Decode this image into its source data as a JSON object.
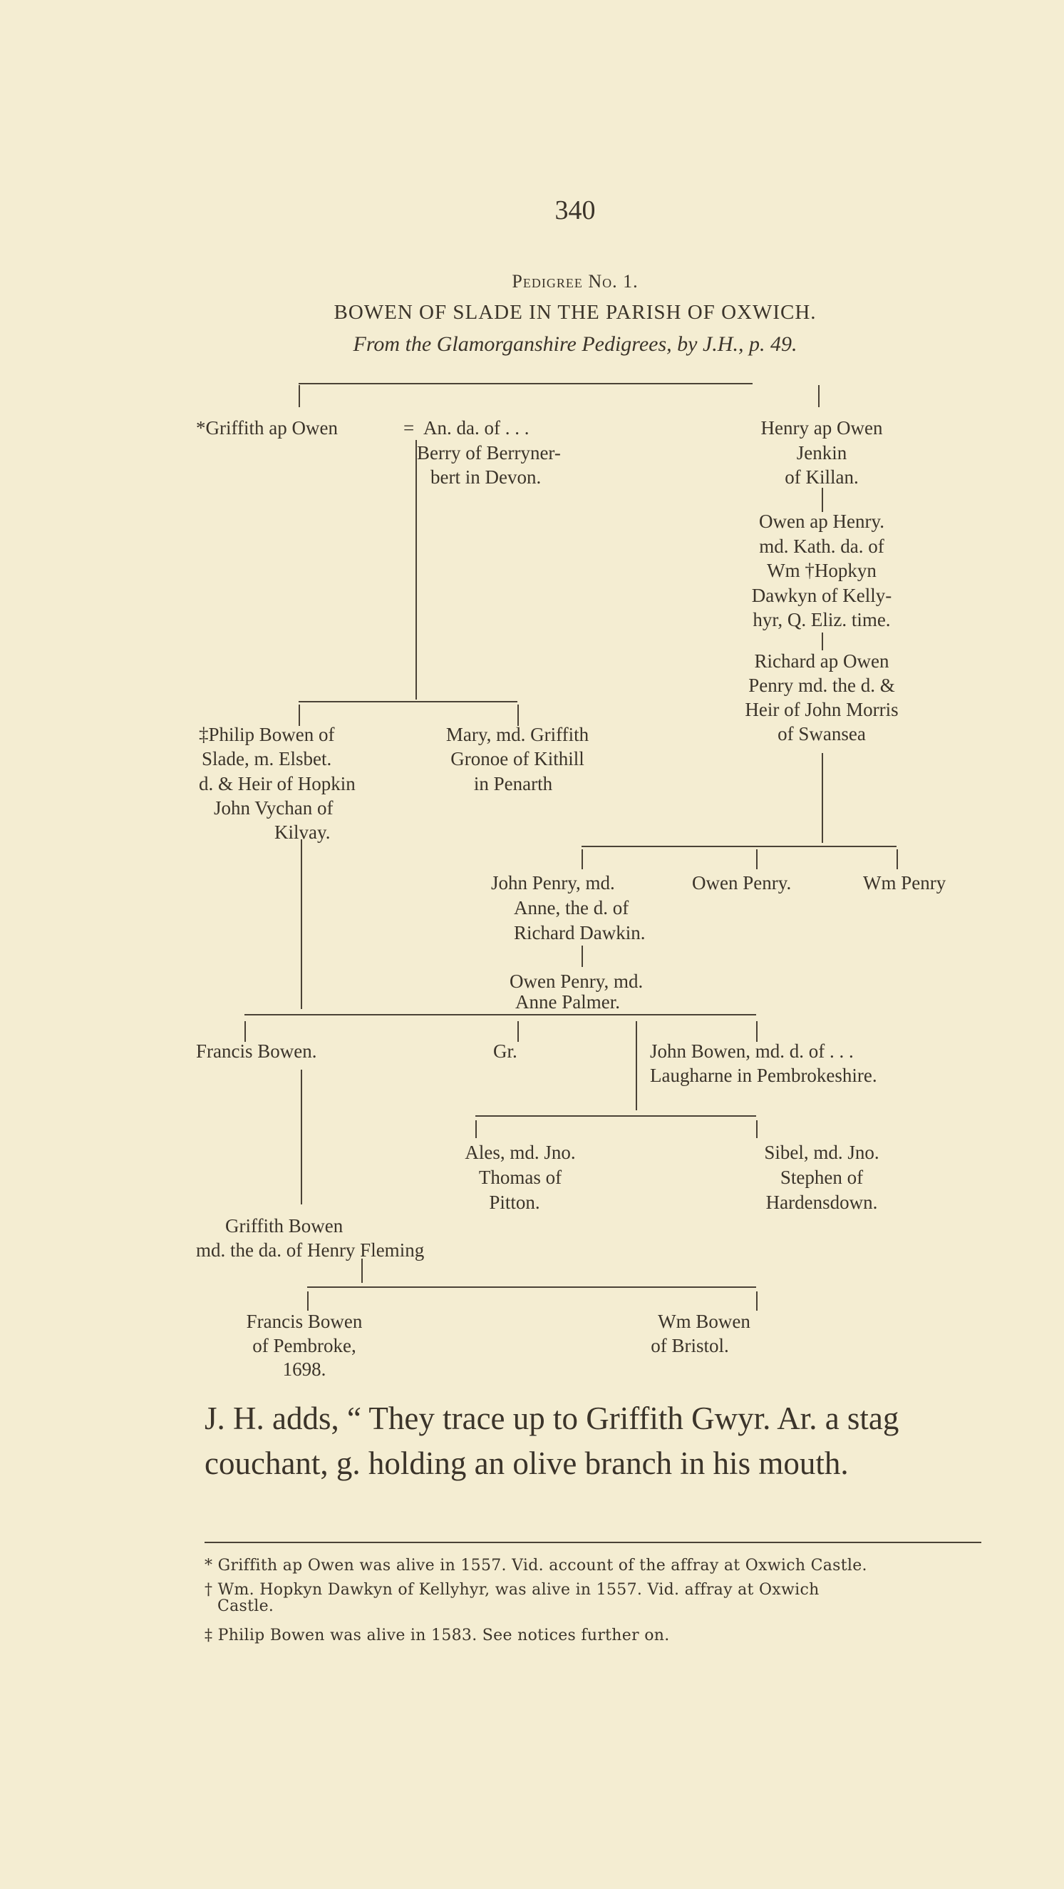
{
  "page_number": "340",
  "heading": {
    "pedigree": "Pedigree No. 1.",
    "title": "BOWEN OF SLADE IN THE PARISH OF OXWICH.",
    "source": "From the Glamorganshire Pedigrees, by J.H., p. 49."
  },
  "tree": {
    "griffith": "*Griffith ap Owen",
    "marriage_sign": "=",
    "an": [
      "An. da. of  . . .",
      "Berry of Berryner-",
      "bert in Devon."
    ],
    "henry": [
      "Henry ap Owen",
      "Jenkin",
      "of Killan."
    ],
    "owen_ap_henry": [
      "Owen ap Henry.",
      "md. Kath. da. of",
      "Wm †Hopkyn",
      "Dawkyn of Kelly-",
      "hyr, Q. Eliz. time."
    ],
    "richard": [
      "Richard ap Owen",
      "Penry md. the d. &",
      "Heir of John Morris",
      "of Swansea"
    ],
    "philip": [
      "‡Philip Bowen of",
      "Slade, m. Elsbet.",
      "d. & Heir of Hopkin",
      "John Vychan of",
      "Kilvay."
    ],
    "mary": [
      "Mary, md. Griffith",
      "Gronoe of Kithill",
      "in Penarth"
    ],
    "john_penry": [
      "John Penry, md.",
      "Anne, the d. of",
      "Richard Dawkin."
    ],
    "owen_penry": "Owen Penry.",
    "wm_penry": "Wm Penry",
    "owen_penry_md": [
      "Owen Penry, md.",
      "Anne Palmer."
    ],
    "francis": "Francis Bowen.",
    "gr": "Gr.",
    "john_bowen": [
      "John Bowen, md. d. of  . . .",
      "Laugharne in Pembrokeshire."
    ],
    "ales": [
      "Ales, md. Jno.",
      "Thomas of",
      "Pitton."
    ],
    "sibel": [
      "Sibel, md. Jno.",
      "Stephen of",
      "Hardensdown."
    ],
    "griffith_bowen": [
      "Griffith Bowen",
      "md. the da. of Henry Fleming"
    ],
    "francis_pembroke": [
      "Francis Bowen",
      "of Pembroke,",
      "1698."
    ],
    "wm_bowen": [
      "Wm Bowen",
      "of Bristol."
    ]
  },
  "paragraph": "J. H. adds, “ They trace up to Griffith Gwyr. Ar. a stag couchant, g. holding an olive branch in his mouth.",
  "footnotes": [
    "* Griffith ap Owen was alive in 1557.  Vid. account of the affray at Oxwich Castle.",
    "† Wm. Hopkyn Dawkyn of Kellyhyr, was alive in 1557.  Vid. affray at Oxwich",
    "Castle.",
    "‡ Philip Bowen was alive in 1583.  See notices further on."
  ]
}
